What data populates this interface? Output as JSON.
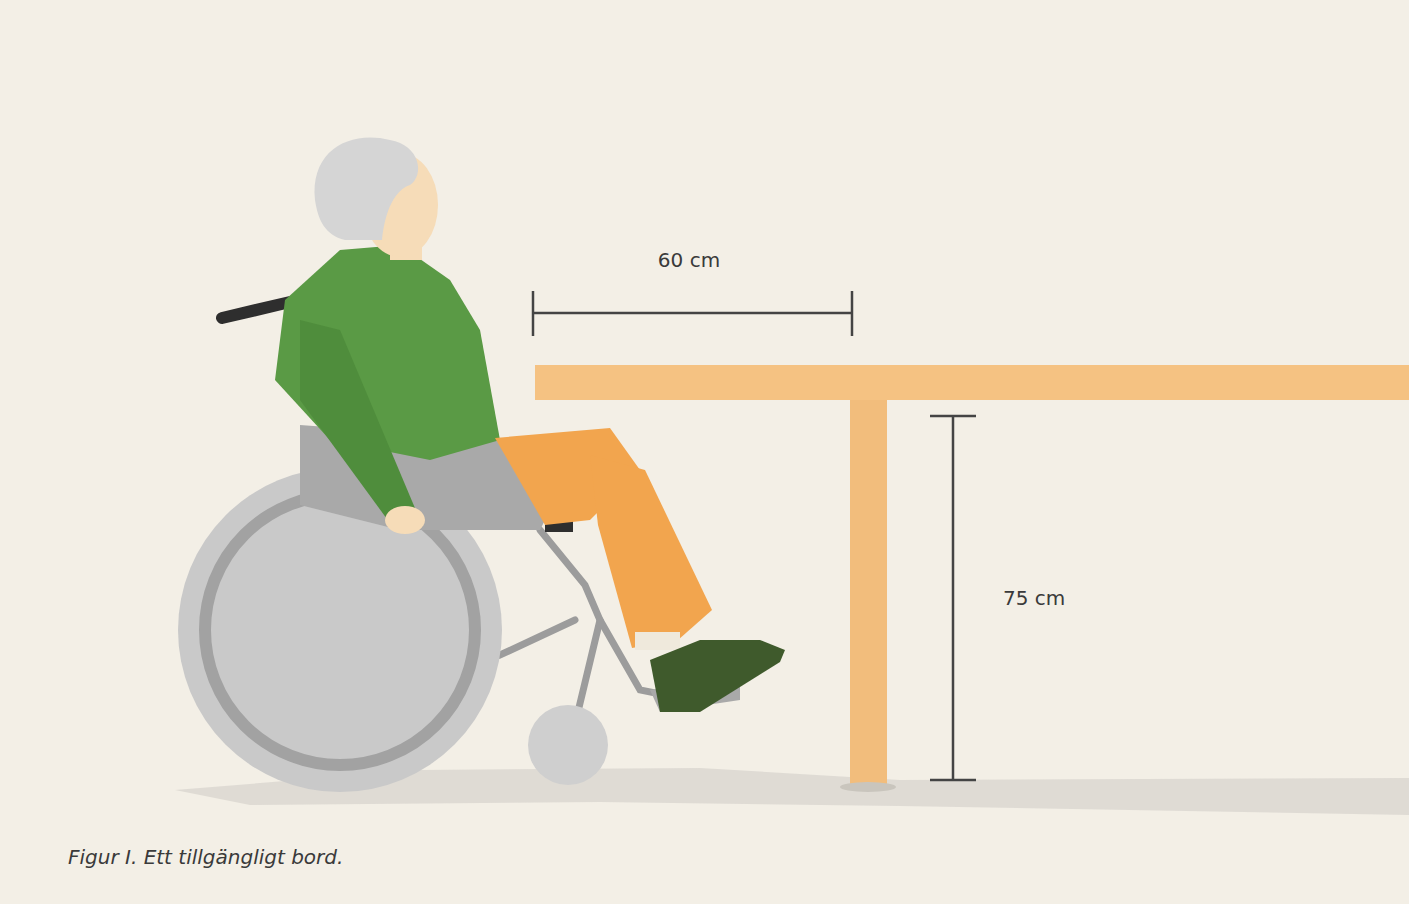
{
  "diagram": {
    "caption": "Figur I. Ett tillgängligt bord.",
    "labels": [
      "60 cm",
      "75 cm"
    ]
  }
}
